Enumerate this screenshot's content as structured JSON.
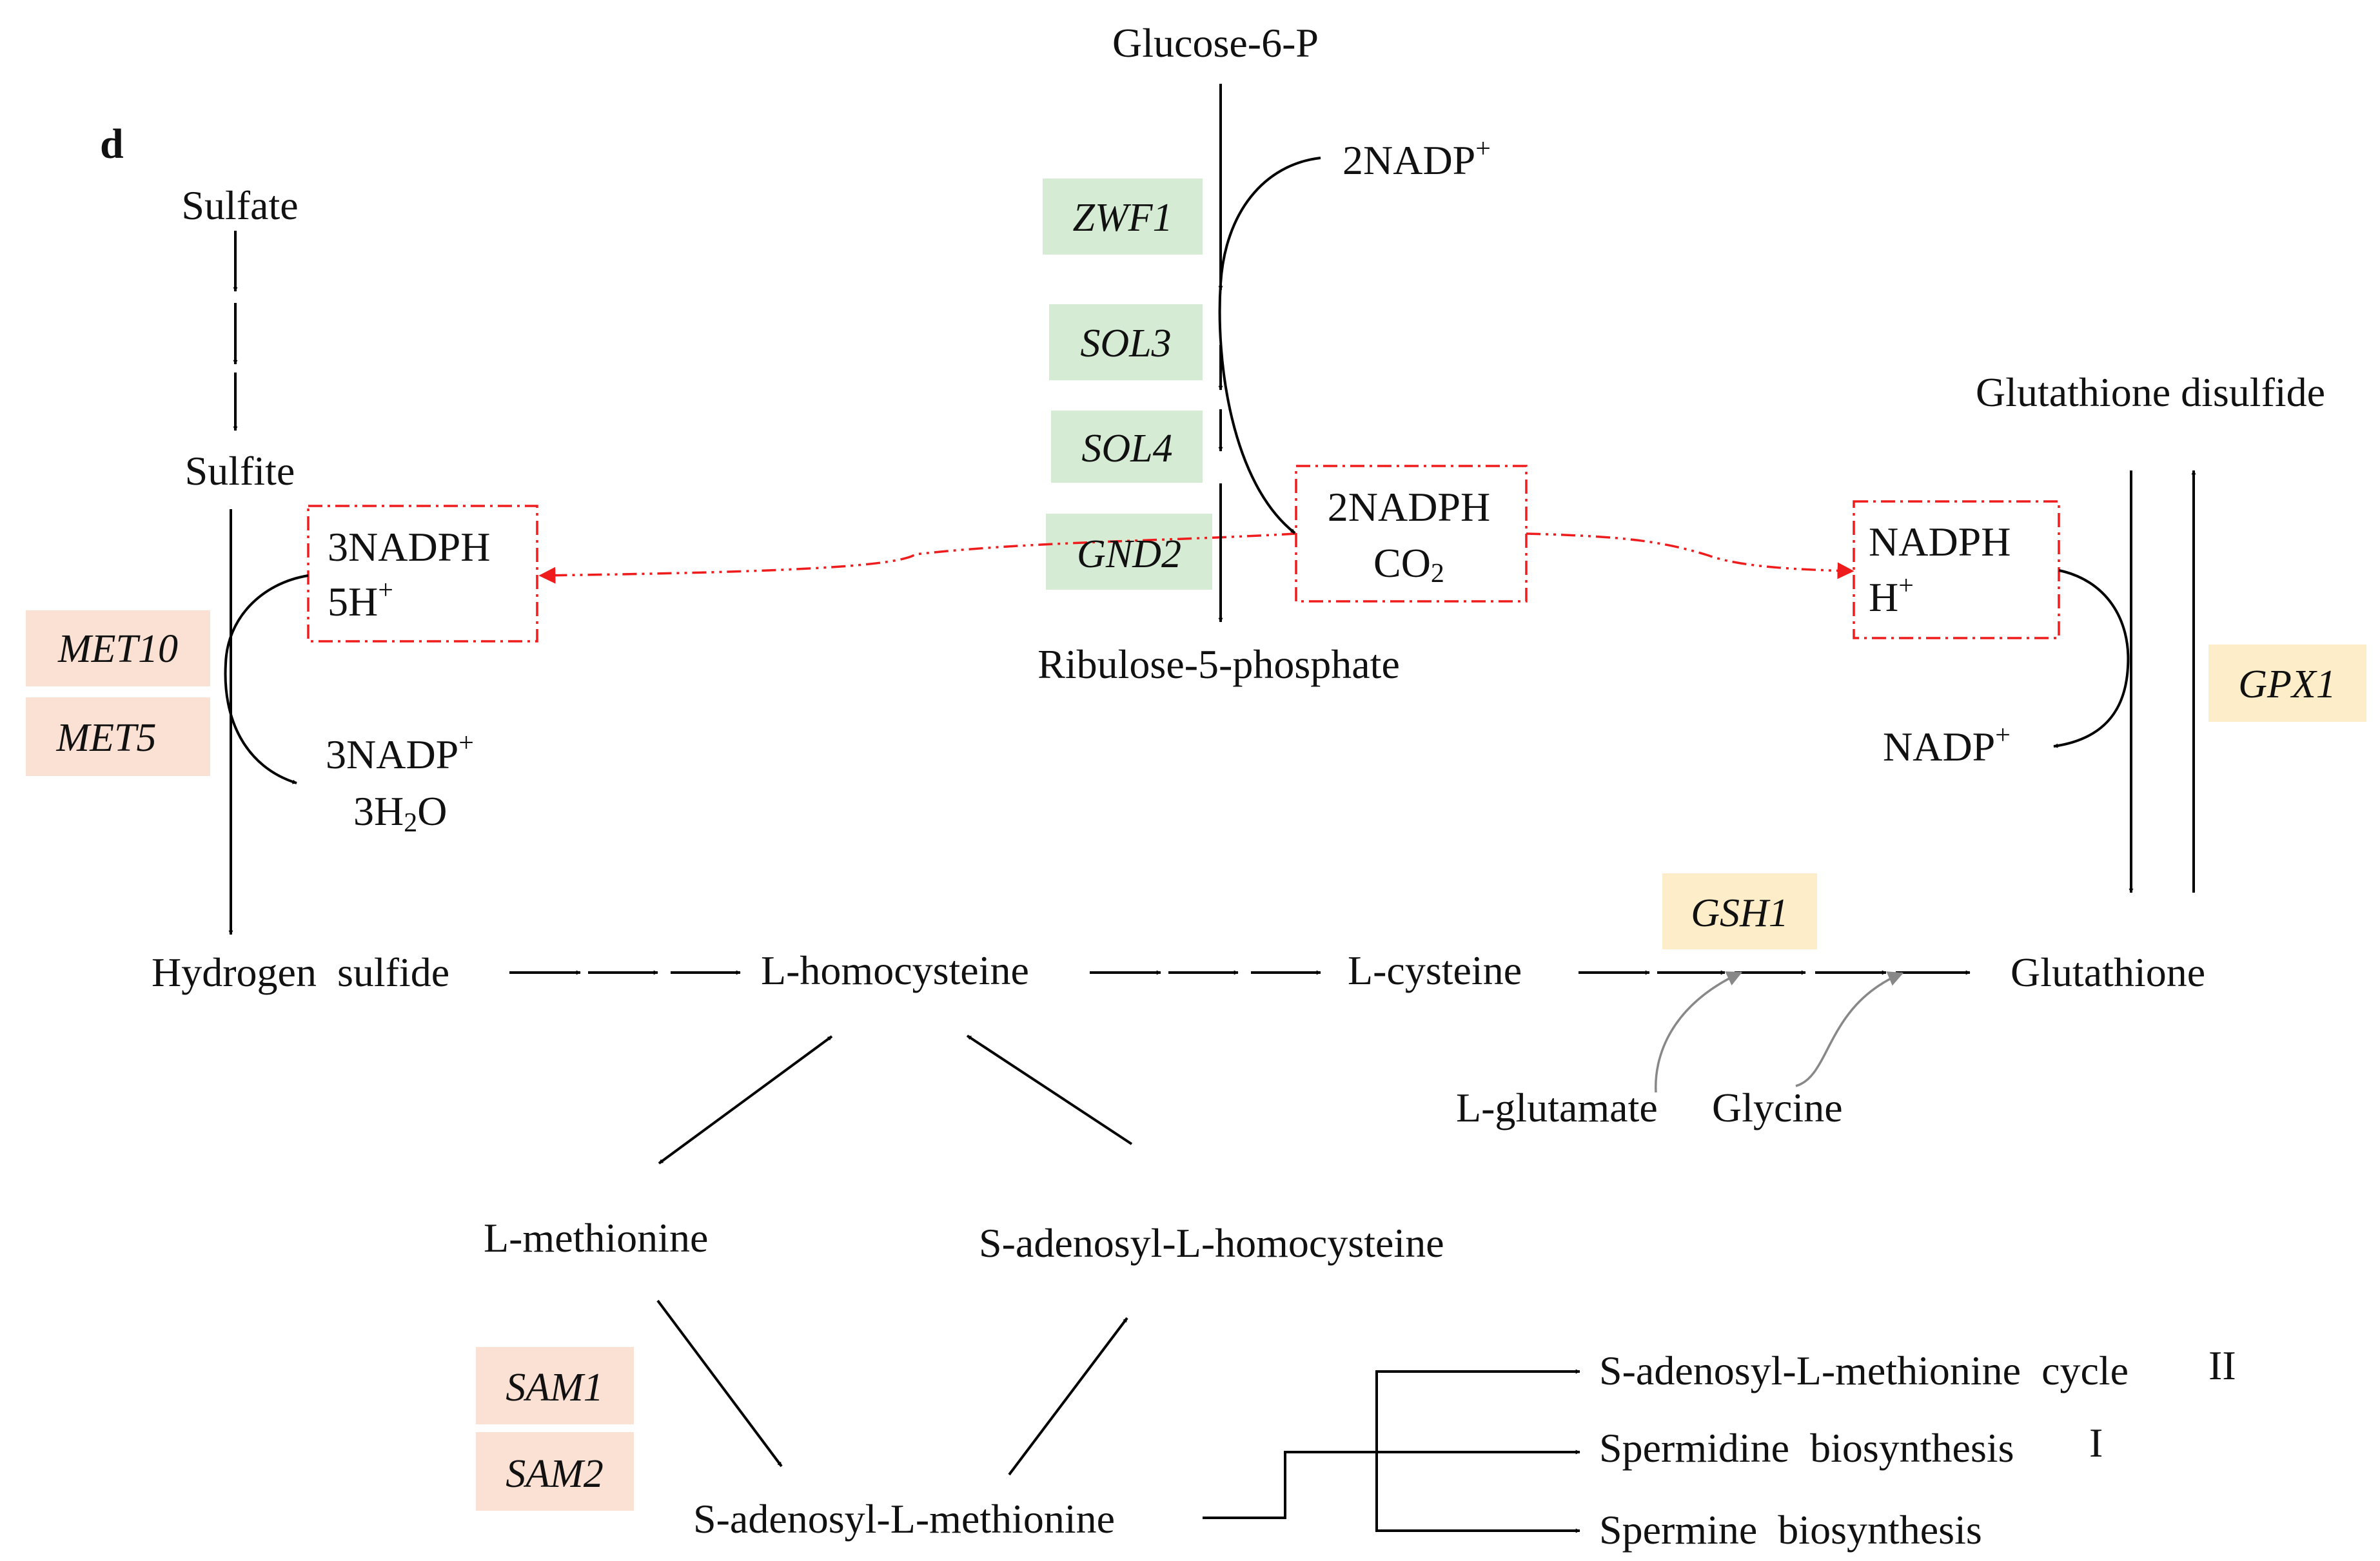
{
  "panel_label": "d",
  "colors": {
    "green_box": "#d6ebd4",
    "pink_box": "#fbe0d4",
    "yellow_box": "#fdedc8",
    "red_dash": "#ee1c1c",
    "gray_arrow": "#888888",
    "line": "#000000"
  },
  "metabolites": {
    "glucose6p": "Glucose-6-P",
    "nadp_plus_2": "2NADP",
    "sulfate": "Sulfate",
    "sulfite": "Sulfite",
    "glutathione_disulfide": "Glutathione disulfide",
    "nadph3": "3NADPH",
    "h5": "5H",
    "nadph2": "2NADPH",
    "co2": "CO",
    "co2_sub": "2",
    "nadph": "NADPH",
    "h": "H",
    "ribulose5p": "Ribulose-5-phosphate",
    "nadp_plus_3": "3NADP",
    "h2o_3_prefix": "3H",
    "h2o_sub": "2",
    "h2o_suffix": "O",
    "nadp_plus": "NADP",
    "hydrogen_sulfide": "Hydrogen  sulfide",
    "l_homocysteine": "L-homocysteine",
    "l_cysteine": "L-cysteine",
    "glutathione": "Glutathione",
    "l_glutamate": "L-glutamate",
    "glycine": "Glycine",
    "l_methionine": "L-methionine",
    "sah": "S-adenosyl-L-homocysteine",
    "sam": "S-adenosyl-L-methionine",
    "sam_cycle": "S-adenosyl-L-methionine  cycle",
    "sam_cycle_num": "II",
    "spermidine": "Spermidine  biosynthesis",
    "spermidine_num": "I",
    "spermine": "Spermine  biosynthesis",
    "plus": "+"
  },
  "genes": {
    "zwf1": "ZWF1",
    "sol3": "SOL3",
    "sol4": "SOL4",
    "gnd2": "GND2",
    "met10": "MET10",
    "met5": "MET5",
    "gpx1": "GPX1",
    "gsh1": "GSH1",
    "sam1": "SAM1",
    "sam2": "SAM2"
  }
}
